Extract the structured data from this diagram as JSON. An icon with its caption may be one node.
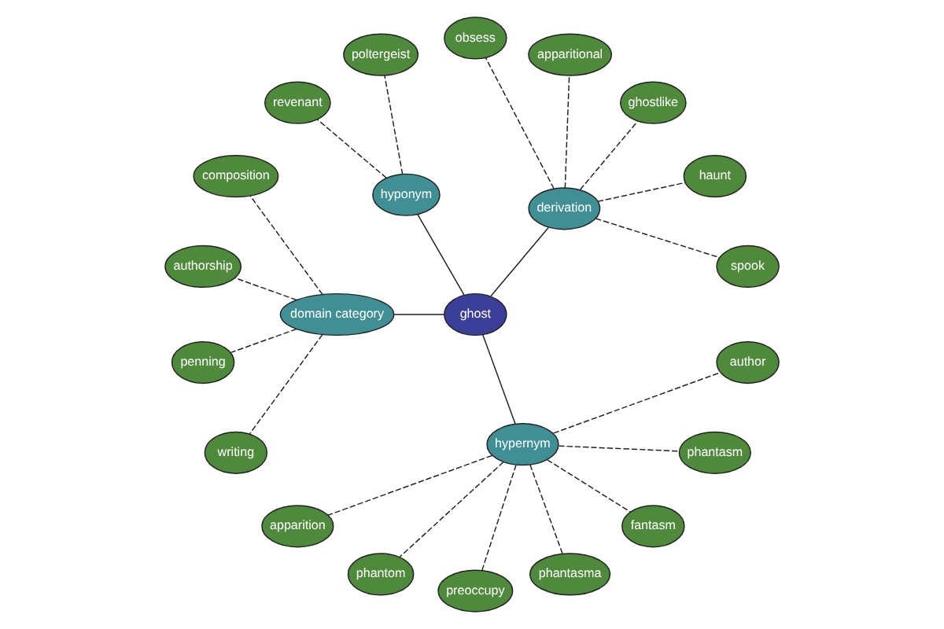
{
  "diagram": {
    "nodes": [
      {
        "text": [
          "ghost"
        ]
      },
      {
        "text": [
          "derivation"
        ]
      },
      {
        "text": [
          "spook"
        ]
      },
      {
        "text": [
          "haunt"
        ]
      },
      {
        "text": [
          "ghostlike"
        ]
      },
      {
        "text": [
          "apparitional"
        ]
      },
      {
        "text": [
          "obsess"
        ]
      },
      {
        "text": [
          "hyponym"
        ]
      },
      {
        "text": [
          "poltergeist"
        ]
      },
      {
        "text": [
          "revenant"
        ]
      },
      {
        "text": [
          "domain category"
        ]
      },
      {
        "text": [
          "composition"
        ]
      },
      {
        "text": [
          "authorship"
        ]
      },
      {
        "text": [
          "penning"
        ]
      },
      {
        "text": [
          "writing"
        ]
      },
      {
        "text": [
          "hypernym"
        ]
      },
      {
        "text": [
          "apparition"
        ]
      },
      {
        "text": [
          "phantom"
        ]
      },
      {
        "text": [
          "preoccupy"
        ]
      },
      {
        "text": [
          "phantasma"
        ]
      },
      {
        "text": [
          "fantasm"
        ]
      },
      {
        "text": [
          "phantasm"
        ]
      },
      {
        "text": [
          "author"
        ]
      }
    ],
    "edges": [
      {
        "from": 0,
        "to": 1,
        "arrow": "none"
      },
      {
        "from": 1,
        "to": 2,
        "arrow": "none",
        "style": "dashed"
      },
      {
        "from": 1,
        "to": 3,
        "arrow": "none",
        "style": "dashed"
      },
      {
        "from": 1,
        "to": 4,
        "arrow": "none",
        "style": "dashed"
      },
      {
        "from": 1,
        "to": 5,
        "arrow": "none",
        "style": "dashed"
      },
      {
        "from": 1,
        "to": 6,
        "arrow": "none",
        "style": "dashed"
      },
      {
        "from": 0,
        "to": 7,
        "arrow": "none"
      },
      {
        "from": 7,
        "to": 8,
        "arrow": "none",
        "style": "dashed"
      },
      {
        "from": 7,
        "to": 9,
        "arrow": "none",
        "style": "dashed"
      },
      {
        "from": 0,
        "to": 10,
        "arrow": "none"
      },
      {
        "from": 10,
        "to": 11,
        "arrow": "none",
        "style": "dashed"
      },
      {
        "from": 10,
        "to": 12,
        "arrow": "none",
        "style": "dashed"
      },
      {
        "from": 10,
        "to": 13,
        "arrow": "none",
        "style": "dashed"
      },
      {
        "from": 10,
        "to": 14,
        "arrow": "none",
        "style": "dashed"
      },
      {
        "from": 0,
        "to": 15,
        "arrow": "none"
      },
      {
        "from": 15,
        "to": 16,
        "arrow": "none",
        "style": "dashed"
      },
      {
        "from": 15,
        "to": 17,
        "arrow": "none",
        "style": "dashed"
      },
      {
        "from": 15,
        "to": 18,
        "arrow": "none",
        "style": "dashed"
      },
      {
        "from": 15,
        "to": 19,
        "arrow": "none",
        "style": "dashed"
      },
      {
        "from": 15,
        "to": 20,
        "arrow": "none",
        "style": "dashed"
      },
      {
        "from": 15,
        "to": 21,
        "arrow": "none",
        "style": "dashed"
      },
      {
        "from": 15,
        "to": 22,
        "arrow": "none",
        "style": "dashed"
      }
    ]
  }
}
